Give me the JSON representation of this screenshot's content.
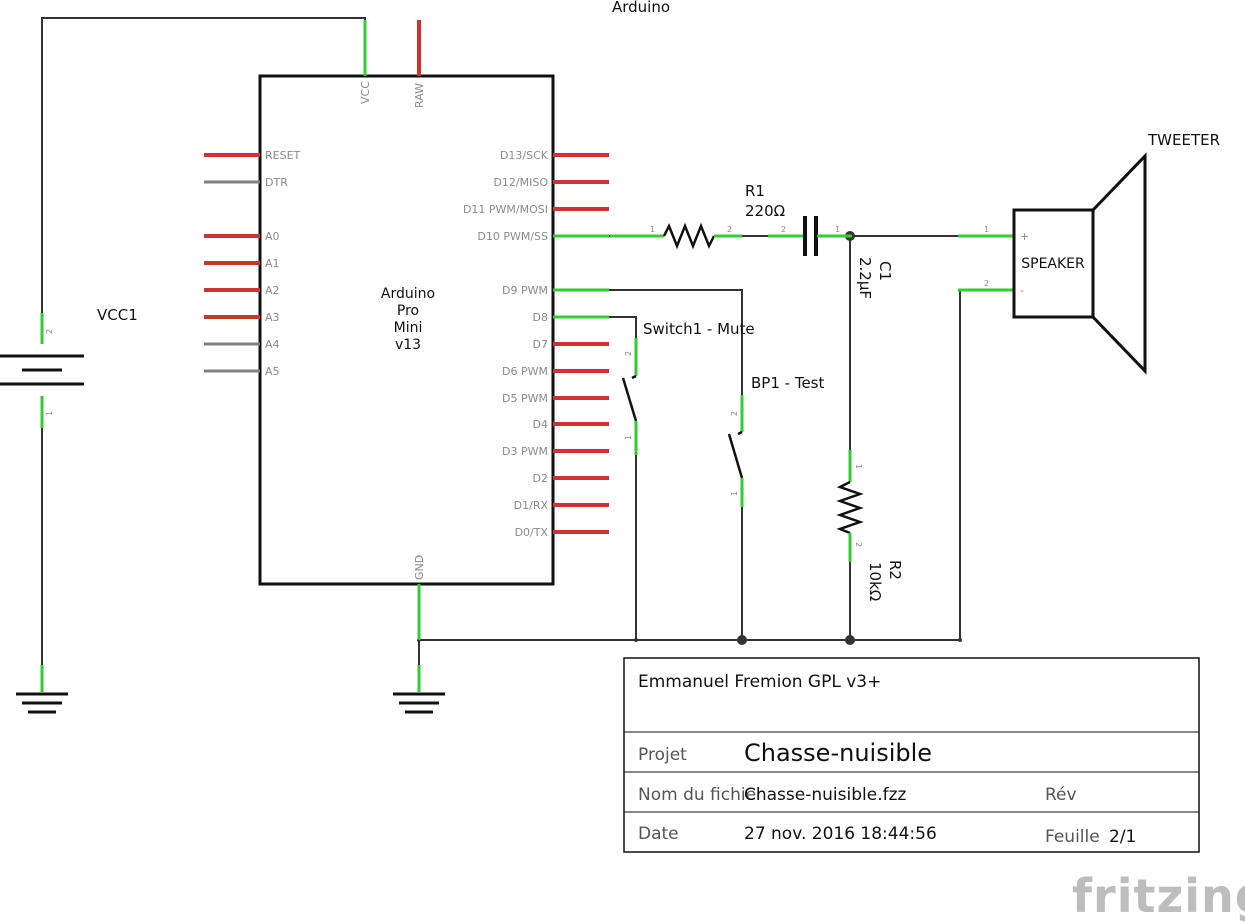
{
  "title": "Arduino",
  "arduino": {
    "name_lines": [
      "Arduino",
      "Pro",
      "Mini",
      "v13"
    ],
    "top_pins": [
      "VCC",
      "RAW"
    ],
    "left_pins": [
      "RESET",
      "DTR",
      "A0",
      "A1",
      "A2",
      "A3",
      "A4",
      "A5"
    ],
    "right_pins": [
      "D13/SCK",
      "D12/MISO",
      "D11 PWM/MOSI",
      "D10 PWM/SS",
      "D9 PWM",
      "D8",
      "D7",
      "D6 PWM",
      "D5 PWM",
      "D4",
      "D3 PWM",
      "D2",
      "D1/RX",
      "D0/TX"
    ],
    "bottom_pin": "GND"
  },
  "battery": {
    "label": "VCC1",
    "pin_top": "2",
    "pin_bottom": "1"
  },
  "resistor1": {
    "name": "R1",
    "value": "220Ω",
    "pin1": "1",
    "pin2": "2"
  },
  "capacitor1": {
    "name": "C1",
    "value": "2.2µF",
    "pin1": "1",
    "pin2": "2"
  },
  "resistor2": {
    "name": "R2",
    "value": "10kΩ",
    "pin1": "1",
    "pin2": "2"
  },
  "switch1": {
    "label": "Switch1 - Mute",
    "pin1": "1",
    "pin2": "2"
  },
  "button1": {
    "label": "BP1 - Test",
    "pin1": "1",
    "pin2": "2"
  },
  "speaker": {
    "name": "SPEAKER",
    "label": "TWEETER",
    "plus": "+",
    "minus": "-",
    "pin1": "1",
    "pin2": "2"
  },
  "title_block": {
    "author": "Emmanuel Fremion GPL v3+",
    "project_label": "Projet",
    "project_value": "Chasse-nuisible",
    "file_label": "Nom du fichier",
    "file_value": "Chasse-nuisible.fzz",
    "rev_label": "Rév",
    "date_label": "Date",
    "date_value": "27 nov. 2016 18:44:56",
    "sheet_label": "Feuille",
    "sheet_value": "2/1"
  },
  "logo": "fritzing",
  "colors": {
    "wire": "#333333",
    "connected_lead": "#33cc33",
    "unconnected_lead": "#cc3333",
    "inactive_lead": "#808080"
  }
}
